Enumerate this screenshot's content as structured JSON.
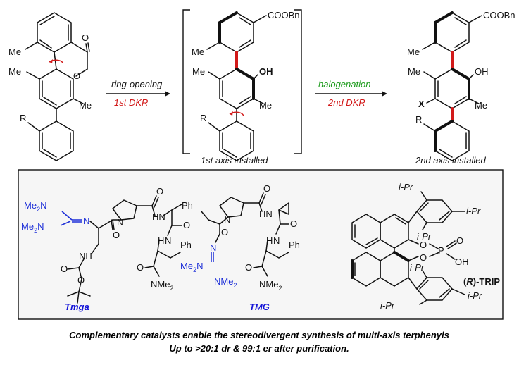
{
  "scheme": {
    "step1": {
      "label_top": "ring-opening",
      "label_bottom": "1st DKR",
      "color_top": "#111111",
      "color_bottom": "#d21a1a"
    },
    "step2": {
      "label_top": "halogenation",
      "label_bottom": "2nd DKR",
      "color_top": "#1a9a1a",
      "color_bottom": "#d21a1a"
    },
    "intermediate_caption": "1st axis installed",
    "product_caption": "2nd axis installed"
  },
  "labels": {
    "me": "Me",
    "r": "R",
    "o": "O",
    "oh": "OH",
    "coobn": "COOBn",
    "x": "X",
    "p": "P",
    "n": "N",
    "hn": "HN",
    "nh": "NH",
    "h": "H",
    "ph": "Ph",
    "ipr": "i-Pr",
    "nme": "NMe",
    "me2n": "Me",
    "sub2": "2",
    "sub_n": "N"
  },
  "catalysts": {
    "tmga": "Tmga",
    "tmg": "TMG",
    "trip_r": "R",
    "trip_name": "-TRIP"
  },
  "caption": {
    "line1": "Complementary catalysts enable the stereodivergent synthesis of multi-axis terphenyls",
    "line2": "Up to >20:1 dr & 99:1 er after purification."
  },
  "colors": {
    "accent_red": "#d21a1a",
    "accent_blue": "#1d2fd8",
    "accent_green": "#1a9a1a"
  }
}
